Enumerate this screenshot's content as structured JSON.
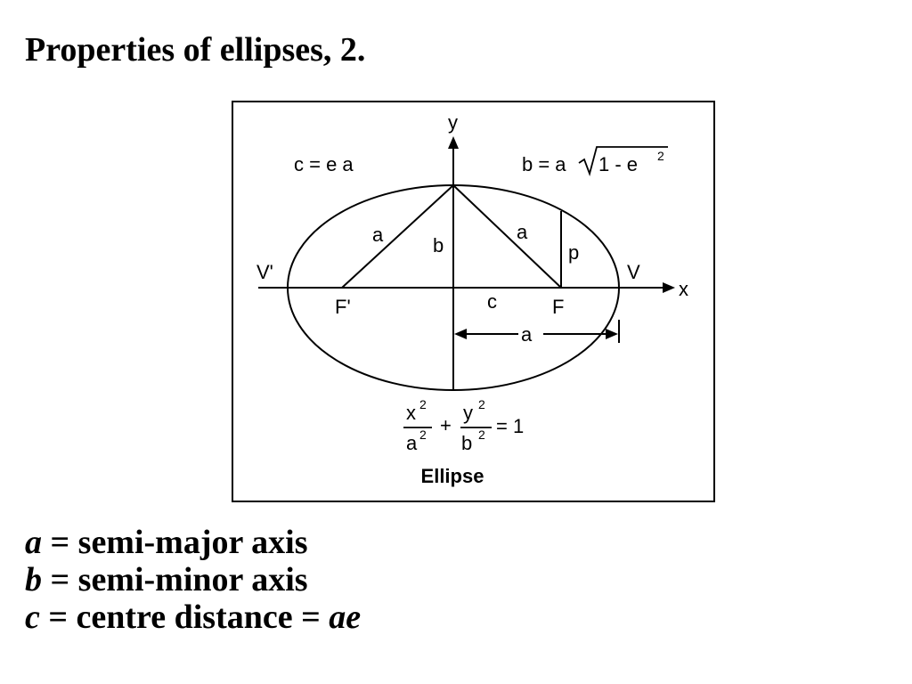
{
  "slide": {
    "title": "Properties of ellipses, 2."
  },
  "figure": {
    "caption": "Ellipse",
    "axis_x": "x",
    "axis_y": "y",
    "formula_c": "c = e a",
    "formula_b_prefix": "b = a",
    "formula_b_radicand": "1 - e",
    "superscript_2": "2",
    "vertex_left": "V'",
    "vertex_right": "V",
    "focus_left": "F'",
    "focus_right": "F",
    "seg_a": "a",
    "seg_b": "b",
    "seg_c": "c",
    "seg_p": "p",
    "eq_x": "x",
    "eq_y": "y",
    "eq_plus": "+",
    "eq_rhs": "= 1"
  },
  "definitions": [
    {
      "symbol": "a",
      "equals": " = semi-major axis",
      "extra": ""
    },
    {
      "symbol": "b",
      "equals": " = semi-minor axis",
      "extra": ""
    },
    {
      "symbol": "c",
      "equals": " = centre distance = ",
      "extra": "ae"
    }
  ]
}
